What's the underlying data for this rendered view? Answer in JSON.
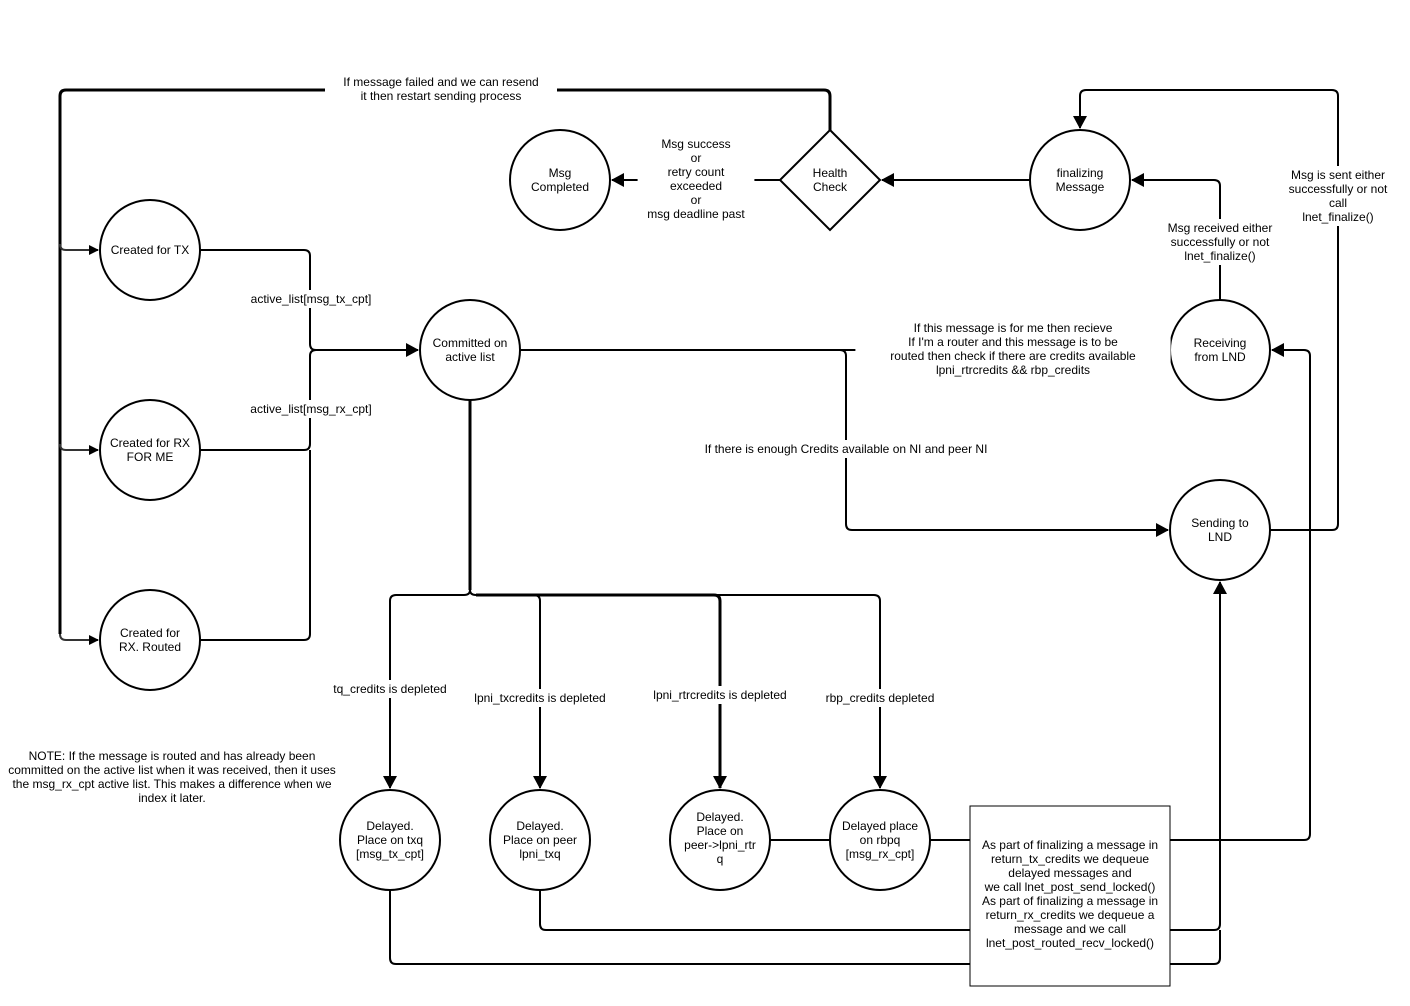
{
  "nodes": {
    "msg_completed": [
      "Msg",
      "Completed"
    ],
    "health_check": [
      "Health",
      "Check"
    ],
    "finalizing_message": [
      "finalizing",
      "Message"
    ],
    "created_tx": [
      "Created for TX"
    ],
    "created_rx_me": [
      "Created for RX",
      "FOR ME"
    ],
    "created_rx_routed": [
      "Created for",
      "RX. Routed"
    ],
    "committed": [
      "Committed on",
      "active list"
    ],
    "receiving": [
      "Receiving",
      "from LND"
    ],
    "sending": [
      "Sending to",
      "LND"
    ],
    "delayed_txq": [
      "Delayed.",
      "Place on txq",
      "[msg_tx_cpt]"
    ],
    "delayed_peer_txq": [
      "Delayed.",
      "Place on peer",
      "lpni_txq"
    ],
    "delayed_rtrq": [
      "Delayed.",
      "Place on",
      "peer->lpni_rtr",
      "q"
    ],
    "delayed_rbpq": [
      "Delayed place",
      "on rbpq",
      "[msg_rx_cpt]"
    ],
    "finalize_box": [
      "As part of finalizing a message in",
      "return_tx_credits we dequeue",
      "delayed messages and",
      "we call lnet_post_send_locked()",
      "As part of finalizing a message in",
      "return_rx_credits we dequeue a",
      "message and we call",
      "lnet_post_routed_recv_locked()"
    ]
  },
  "edge_labels": {
    "resend": [
      "If message failed and we can resend",
      "it then restart sending process"
    ],
    "msg_success": [
      "Msg success",
      "or",
      "retry count",
      "exceeded",
      "or",
      "msg deadline past"
    ],
    "sent_either": [
      "Msg is sent either",
      "successfully or not",
      "call",
      "lnet_finalize()"
    ],
    "received_either": [
      "Msg received either",
      "successfully or not",
      "lnet_finalize()"
    ],
    "active_tx": [
      "active_list[msg_tx_cpt]"
    ],
    "active_rx": [
      "active_list[msg_rx_cpt]"
    ],
    "for_me": [
      "If this message is for me then recieve",
      "If I'm a router and this message is to be",
      "routed then check if there are credits available",
      "lpni_rtrcredits && rbp_credits"
    ],
    "enough_credits": [
      "If there is enough Credits available on NI and peer NI"
    ],
    "tq_depleted": [
      "tq_credits is depleted"
    ],
    "txcredits_depleted": [
      "lpni_txcredits is depleted"
    ],
    "rtrcredits_depleted": [
      "lpni_rtrcredits is depleted"
    ],
    "rbp_depleted": [
      "rbp_credits depleted"
    ]
  },
  "note": [
    "NOTE: If the message is routed and has already been",
    "committed on the active list when it was received, then it uses",
    "the msg_rx_cpt active list. This makes a difference when we",
    "index it later."
  ]
}
